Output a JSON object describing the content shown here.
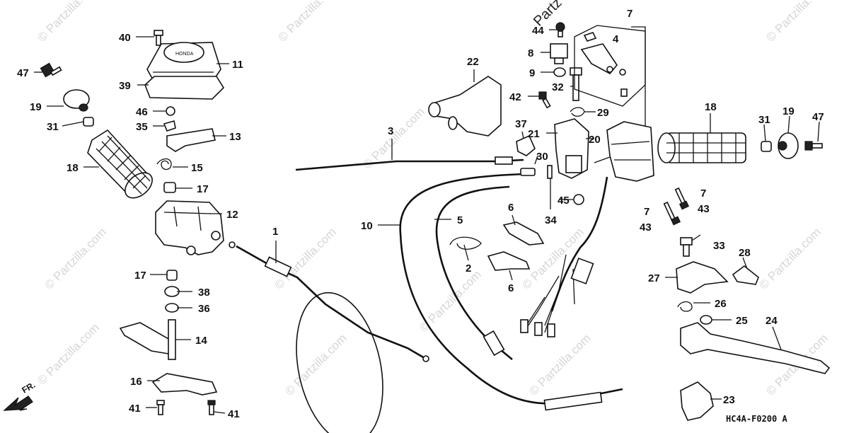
{
  "diagram": {
    "code": "HC4A-F0200 A",
    "front_label": "FR.",
    "watermark": "© Partzilla.com",
    "watermark_partial": "Partz",
    "callouts": {
      "c40": "40",
      "c11": "11",
      "c47a": "47",
      "c39": "39",
      "c19a": "19",
      "c46": "46",
      "c35": "35",
      "c31a": "31",
      "c13": "13",
      "c18a": "18",
      "c15": "15",
      "c17a": "17",
      "c12": "12",
      "c1": "1",
      "c17b": "17",
      "c38": "38",
      "c36": "36",
      "c14": "14",
      "c16": "16",
      "c41a": "41",
      "c41b": "41",
      "c3": "3",
      "c22": "22",
      "c10": "10",
      "c5": "5",
      "c6a": "6",
      "c2": "2",
      "c6b": "6",
      "c44": "44",
      "c8": "8",
      "c9": "9",
      "c42": "42",
      "c32": "32",
      "c29": "29",
      "c7a": "7",
      "c4": "4",
      "c37": "37",
      "c21": "21",
      "c20": "20",
      "c30": "30",
      "c34": "34",
      "c45": "45",
      "c18b": "18",
      "c31b": "31",
      "c19b": "19",
      "c47b": "47",
      "c7b": "7",
      "c43a": "43",
      "c7c": "7",
      "c43b": "43",
      "c33": "33",
      "c28": "28",
      "c27": "27",
      "c26": "26",
      "c25": "25",
      "c24": "24",
      "c23": "23"
    }
  }
}
